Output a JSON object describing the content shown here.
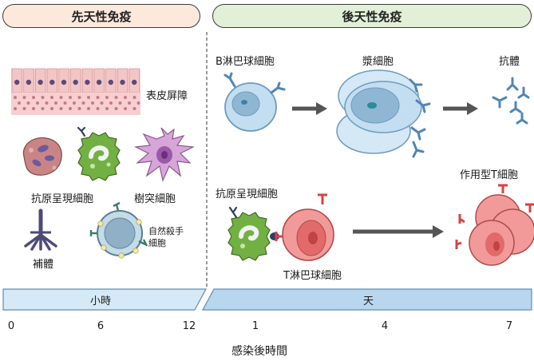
{
  "header": {
    "innate_title": "先天性免疫",
    "adaptive_title": "後天性免疫"
  },
  "innate": {
    "epithelial_barrier": "表皮屏障",
    "antigen_presenting_cells": "抗原呈現細胞",
    "dendritic_cells": "樹突細胞",
    "complement": "補體",
    "natural_killer_cells": [
      "自然殺手",
      "細胞"
    ]
  },
  "adaptive": {
    "b_cells": "B淋巴球細胞",
    "plasma_cells": "漿細胞",
    "antibodies": "抗體",
    "antigen_presenting_cells": "抗原呈現細胞",
    "t_cells": "T淋巴球細胞",
    "effector_t_cells": "作用型T細胞"
  },
  "timeline": {
    "band_hours": "小時",
    "band_days": "天",
    "ticks": [
      "0",
      "6",
      "12",
      "1",
      "4",
      "7"
    ],
    "axis_label": "感染後時間"
  },
  "colors": {
    "innate_header": "#fde8dc",
    "adaptive_header": "#e3f0d8",
    "hours_band": "#d6e9f6",
    "days_band": "#b9d6ef",
    "b_cell": "#a9cde6",
    "t_cell": "#ef8282",
    "apc": "#7fbf4a"
  },
  "icons": [
    "epithelium-icon",
    "macrophage-icon",
    "apc-icon",
    "dendritic-cell-icon",
    "complement-icon",
    "nk-cell-icon",
    "b-cell-icon",
    "plasma-cell-icon",
    "antibody-icon",
    "t-cell-icon",
    "arrow-icon"
  ]
}
